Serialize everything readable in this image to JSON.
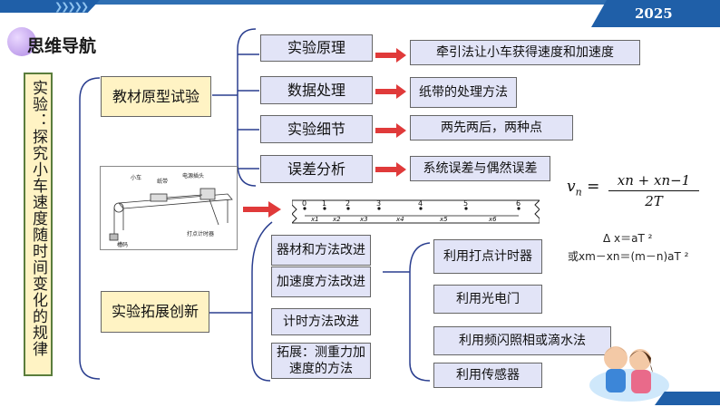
{
  "header": {
    "title": "思维导航",
    "year": "2025"
  },
  "main_topic": "实验：探究小车速度随时间变化的规律",
  "branch1": {
    "label": "教材原型试验",
    "items": [
      {
        "label": "实验原理",
        "detail": "牵引法让小车获得速度和加速度"
      },
      {
        "label": "数据处理",
        "detail": "纸带的处理方法"
      },
      {
        "label": "实验细节",
        "detail": "两先两后，两种点"
      },
      {
        "label": "误差分析",
        "detail": "系统误差与偶然误差"
      }
    ]
  },
  "apparatus": {
    "labels": {
      "car": "小车",
      "tape": "纸带",
      "clip": "电源插头",
      "timer": "打点计时器",
      "weight": "槽码"
    }
  },
  "tape": {
    "points": [
      "0",
      "1",
      "2",
      "3",
      "4",
      "5",
      "6"
    ],
    "segments": [
      "x1",
      "x2",
      "x3",
      "x4",
      "x5",
      "x6"
    ]
  },
  "formulas": {
    "vn": "vn = (xn + xn−1) / 2T",
    "vn_lhs": "v",
    "vn_sub": "n",
    "vn_eq": "=",
    "vn_num": "xn + xn−1",
    "vn_den": "2T",
    "delta": "Δ x＝aT ²",
    "general": "或xm－xn＝(m－n)aT ²"
  },
  "branch2": {
    "label": "实验拓展创新",
    "items": [
      {
        "label": "器材和方法改进"
      },
      {
        "label": "加速度方法改进"
      },
      {
        "label": "计时方法改进"
      },
      {
        "label": "拓展：测重力加速度的方法"
      }
    ],
    "methods": [
      "利用打点计时器",
      "利用光电门",
      "利用频闪照相或滴水法",
      "利用传感器"
    ]
  },
  "colors": {
    "accent": "#1f5fa8",
    "yellow_box": "#fff3c4",
    "purple_box": "#e2e4f7",
    "arrow": "#e03a3a",
    "line": "#2a3e8f"
  }
}
